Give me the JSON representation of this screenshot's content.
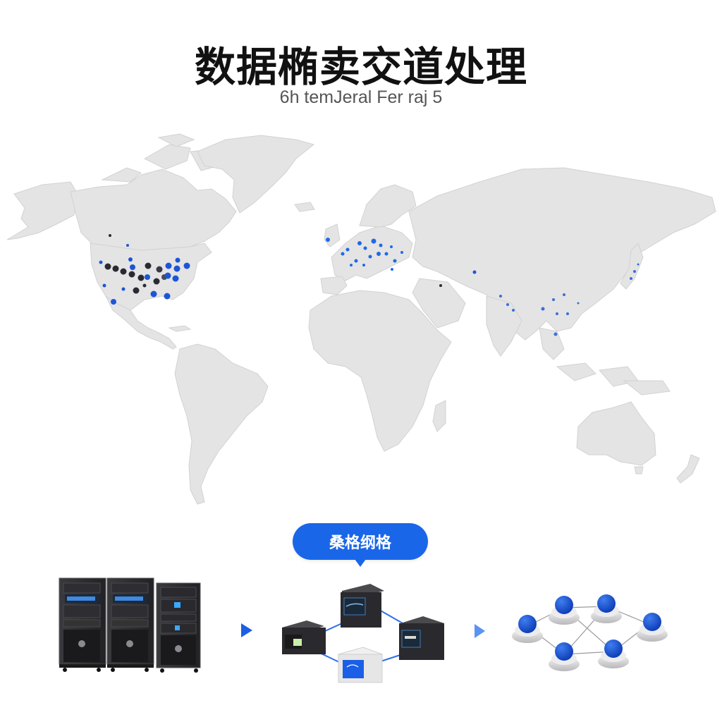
{
  "header": {
    "title": "数据椭卖交道处理",
    "subtitle": "6h temJeral Fer raj 5"
  },
  "map": {
    "land_color": "#e4e4e4",
    "border_color": "#cfcfcf",
    "dot_colors": {
      "blue": "#1d55d6",
      "dark": "#2a2a33"
    },
    "regions": [
      "North America",
      "South America",
      "Europe",
      "Africa",
      "Asia",
      "Oceania",
      "Greenland"
    ],
    "hotspots": [
      "United States",
      "Europe",
      "East Asia",
      "Japan"
    ]
  },
  "callout": {
    "label": "桑格纲格",
    "color": "#1a66e8"
  },
  "stages": [
    {
      "name": "servers",
      "icon": "server-tower-icon",
      "count": 3
    },
    {
      "name": "network-boxes",
      "icon": "server-box-icon",
      "count": 4
    },
    {
      "name": "mesh-nodes",
      "icon": "network-node-icon",
      "count": 6
    }
  ],
  "arrows": [
    {
      "color": "#1a5fe6"
    },
    {
      "color": "#5b93f2"
    }
  ]
}
